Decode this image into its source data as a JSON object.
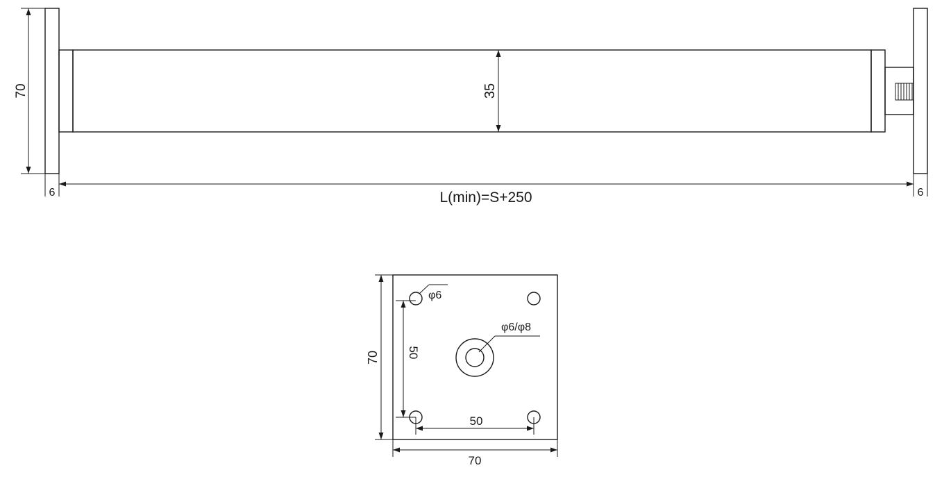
{
  "side_view": {
    "height_label": "70",
    "tube_label": "35",
    "left_plate_label": "6",
    "right_plate_label": "6",
    "length_label": "L(min)=S+250"
  },
  "plate_view": {
    "height_label": "70",
    "width_label": "70",
    "hole_spacing_vertical_label": "50",
    "hole_spacing_horizontal_label": "50",
    "corner_hole_label": "φ6",
    "center_hole_label": "φ6/φ8"
  }
}
